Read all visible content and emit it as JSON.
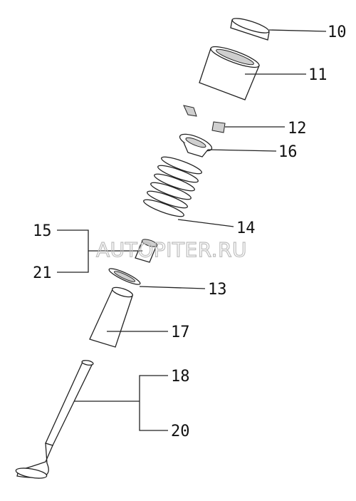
{
  "watermark": "AUTOPITER.RU",
  "labels": {
    "p10": "10",
    "p11": "11",
    "p12": "12",
    "p16": "16",
    "p14": "14",
    "p15": "15",
    "p21": "21",
    "p13": "13",
    "p17": "17",
    "p18": "18",
    "p20": "20"
  }
}
